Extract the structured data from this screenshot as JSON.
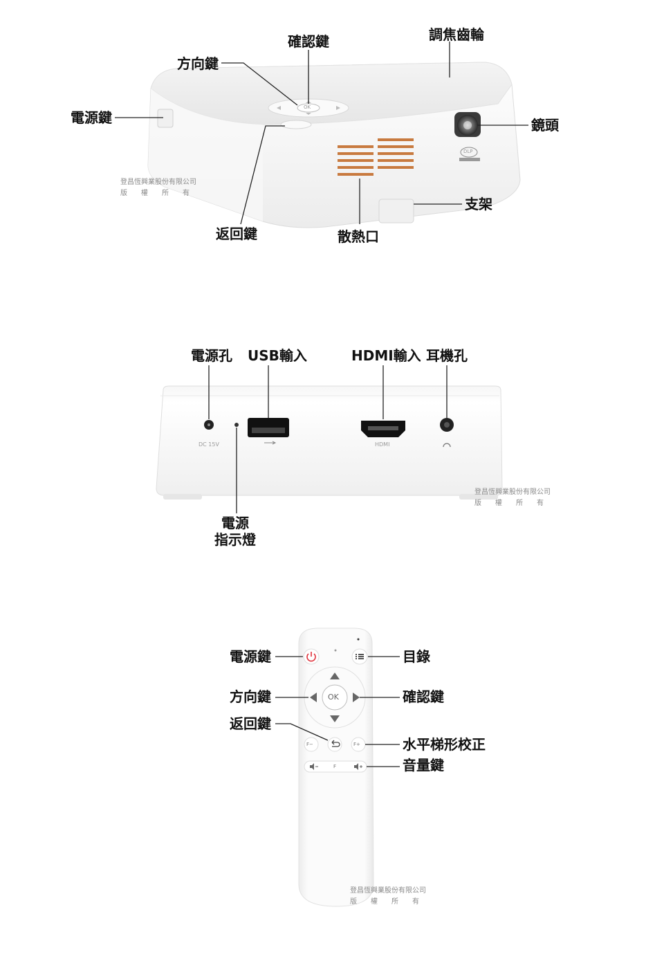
{
  "top_view": {
    "labels": {
      "confirm": "確認鍵",
      "focus": "調焦齒輪",
      "direction": "方向鍵",
      "power": "電源鍵",
      "lens": "鏡頭",
      "stand": "支架",
      "back": "返回鍵",
      "vent": "散熱口"
    },
    "ok_text": "OK",
    "dlp_text": "DLP",
    "watermark": {
      "line1": "登昌恆興業股份有限公司",
      "line2": "版　　權　　所　　有"
    }
  },
  "rear_view": {
    "labels": {
      "power_jack": "電源孔",
      "usb_in": "USB輸入",
      "hdmi_in": "HDMI輸入",
      "earphone": "耳機孔",
      "indicator_line1": "電源",
      "indicator_line2": "指示燈"
    },
    "port_text": {
      "dc": "DC 15V",
      "hdmi": "HDMI"
    },
    "watermark": {
      "line1": "登昌恆興業股份有限公司",
      "line2": "版　　權　　所　　有"
    }
  },
  "remote": {
    "labels": {
      "power": "電源鍵",
      "menu": "目錄",
      "direction": "方向鍵",
      "confirm": "確認鍵",
      "back": "返回鍵",
      "keystone": "水平梯形校正",
      "volume": "音量鍵"
    },
    "buttons": {
      "ok": "OK",
      "f_minus": "F−",
      "f_plus": "F+",
      "f": "F"
    },
    "watermark": {
      "line1": "登昌恆興業股份有限公司",
      "line2": "版　　權　　所　　有"
    }
  },
  "colors": {
    "power_red": "#e0313b",
    "vent_orange": "#c87a3f",
    "label": "#111111"
  }
}
